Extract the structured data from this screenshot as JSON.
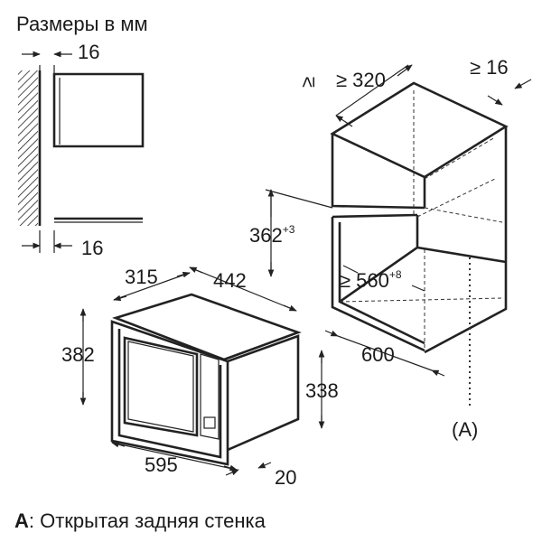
{
  "title": "Размеры в мм",
  "dims": {
    "side_top": "16",
    "side_bottom": "16",
    "depth_min": "≥ 320",
    "side_gap": "≥ 16",
    "niche_height": "362",
    "niche_height_tol": "+3",
    "niche_width": "≥ 560",
    "niche_width_tol": "+8",
    "niche_depth": "600",
    "micro_depth": "315",
    "micro_width_top": "442",
    "micro_height_total": "382",
    "micro_height_body": "338",
    "micro_width": "595",
    "micro_front": "20"
  },
  "callout": "(A)",
  "footnote": {
    "key": "A",
    "text": ": Открытая задняя стенка"
  }
}
